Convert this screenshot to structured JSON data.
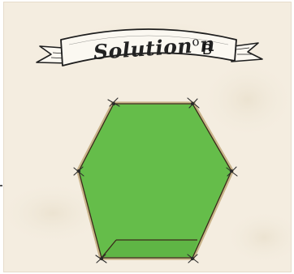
{
  "banner": {
    "title": "Solution n",
    "degree_symbol": "o",
    "letter": "B"
  },
  "colors": {
    "parchment": "#f4ede0",
    "shape_fill": "#65bd4a",
    "outline": "#3a2a1a",
    "stick": "#c9b48a"
  },
  "puzzle": {
    "shape": "hexagon",
    "regions": [
      "main-region",
      "bottom-strip"
    ]
  }
}
